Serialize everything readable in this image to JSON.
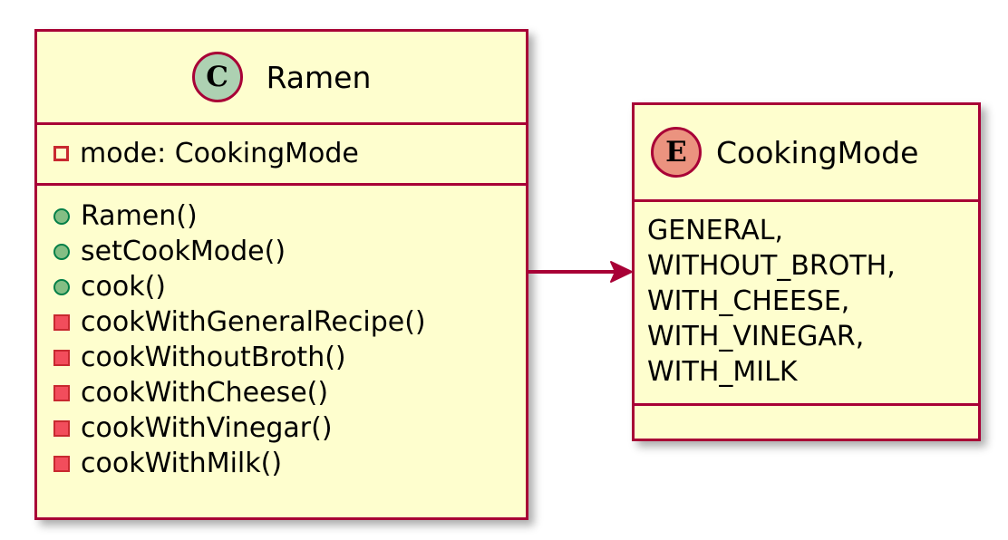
{
  "diagram": {
    "type": "uml-class-diagram",
    "background": "#FFFFFF",
    "colors": {
      "node_fill": "#FEFECE",
      "node_border": "#A80036",
      "class_icon_fill": "#ADD1B2",
      "enum_icon_fill": "#EB937F",
      "public_method_fill": "#84BE84",
      "public_method_border": "#038048",
      "private_member_fill": "#F24D5C",
      "private_member_border": "#C82930",
      "arrow": "#A80036",
      "text": "#000000"
    }
  },
  "nodes": {
    "ramen": {
      "name": "Ramen",
      "stereotype_letter": "C",
      "stereotype_name": "class",
      "fields": [
        {
          "visibility": "private",
          "label": "mode: CookingMode"
        }
      ],
      "methods": [
        {
          "visibility": "public",
          "label": "Ramen()"
        },
        {
          "visibility": "public",
          "label": "setCookMode()"
        },
        {
          "visibility": "public",
          "label": "cook()"
        },
        {
          "visibility": "private",
          "label": "cookWithGeneralRecipe()"
        },
        {
          "visibility": "private",
          "label": "cookWithoutBroth()"
        },
        {
          "visibility": "private",
          "label": "cookWithCheese()"
        },
        {
          "visibility": "private",
          "label": "cookWithVinegar()"
        },
        {
          "visibility": "private",
          "label": "cookWithMilk()"
        }
      ]
    },
    "cookingmode": {
      "name": "CookingMode",
      "stereotype_letter": "E",
      "stereotype_name": "enum",
      "literals": [
        "GENERAL,",
        "WITHOUT_BROTH,",
        "WITH_CHEESE,",
        "WITH_VINEGAR,",
        "WITH_MILK"
      ],
      "methods": []
    }
  },
  "edges": [
    {
      "name": "ramen-to-cookingmode",
      "from": "Ramen",
      "to": "CookingMode",
      "style": "solid",
      "head": "filled-arrow",
      "label": ""
    }
  ]
}
